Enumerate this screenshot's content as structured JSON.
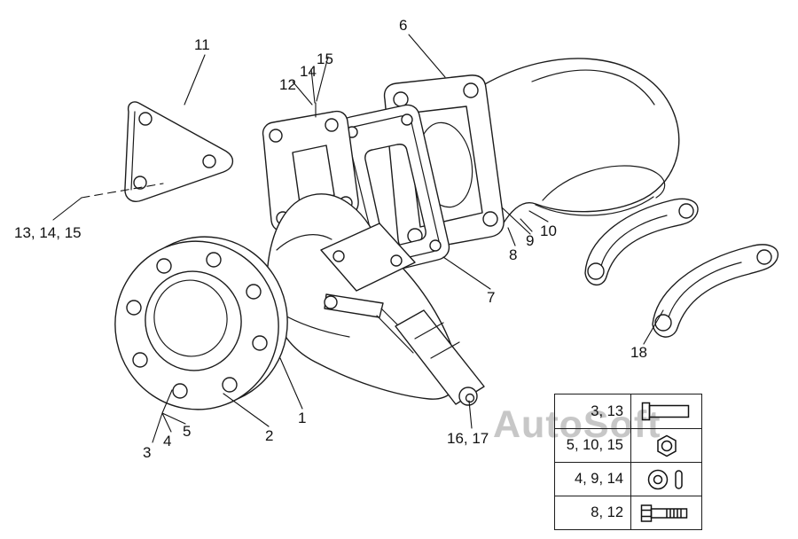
{
  "watermark": "AutoSoft",
  "colors": {
    "background": "#ffffff",
    "line": "#1c1c1c",
    "watermark": "#c7c7c7"
  },
  "callouts": [
    {
      "label": "11"
    },
    {
      "label": "12"
    },
    {
      "label": "14"
    },
    {
      "label": "15"
    },
    {
      "label": "6"
    },
    {
      "label": "13, 14, 15"
    },
    {
      "label": "8"
    },
    {
      "label": "9"
    },
    {
      "label": "10"
    },
    {
      "label": "7"
    },
    {
      "label": "18"
    },
    {
      "label": "1"
    },
    {
      "label": "2"
    },
    {
      "label": "3"
    },
    {
      "label": "4"
    },
    {
      "label": "5"
    },
    {
      "label": "16, 17"
    }
  ],
  "legend": {
    "rows": [
      {
        "label": "3, 13",
        "icon": "bolt-short-icon"
      },
      {
        "label": "5, 10, 15",
        "icon": "hex-nut-icon"
      },
      {
        "label": "4, 9, 14",
        "icon": "washer-and-pin-icon"
      },
      {
        "label": "8, 12",
        "icon": "hex-bolt-icon"
      }
    ]
  }
}
